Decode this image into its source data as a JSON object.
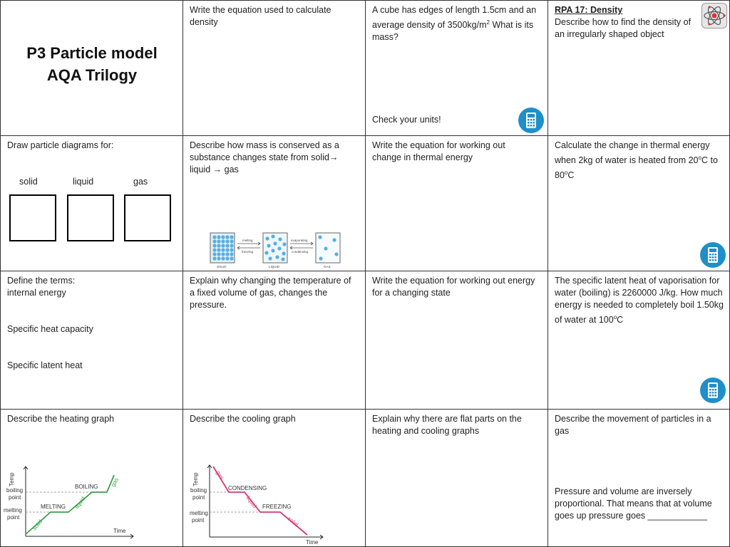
{
  "title": {
    "line1": "P3 Particle model",
    "line2": "AQA Trilogy"
  },
  "row1": {
    "c2": "Write the equation used to calculate density",
    "c3_a": "A cube has edges of length 1.5cm and an average density of 3500kg/m",
    "c3_sup": "2",
    "c3_b": " What is its mass?",
    "c3_check": "Check your units!",
    "c4_head": "RPA 17: Density",
    "c4_body": "Describe how to find the  density of an irregularly shaped object"
  },
  "row2": {
    "c1": "Draw particle diagrams for:",
    "c1_solid": "solid",
    "c1_liquid": "liquid",
    "c1_gas": "gas",
    "c2_a": "Describe how mass is conserved as a substance changes state from solid",
    "c2_b": "liquid",
    "c2_c": "gas",
    "arrow": "→",
    "c3": "Write the equation for working out change in thermal energy",
    "c4_a": "Calculate the change in thermal energy when 2kg of water is heated from 20",
    "c4_deg": "o",
    "c4_b": "C to 80",
    "c4_c": "C",
    "diagram": {
      "solid": "SOLID",
      "liquid": "LIQUID",
      "gas": "GAS",
      "melting": "melting",
      "freezing": "freezing",
      "evaporating": "evaporating",
      "condensing": "condensing"
    }
  },
  "row3": {
    "c1_a": "Define the terms:",
    "c1_b": "internal energy",
    "c1_c": "Specific heat capacity",
    "c1_d": "Specific latent heat",
    "c2": "Explain why changing the temperature of a fixed volume of gas, changes the pressure.",
    "c3": "Write the equation for working out energy for a changing state",
    "c4_a": "The specific latent heat of vaporisation for water (boiling) is  2260000 J/kg. How much energy is needed to completely boil 1.50kg of water at 100",
    "c4_deg": "o",
    "c4_b": "C"
  },
  "row4": {
    "c1": "Describe the heating graph",
    "c2": "Describe the cooling graph",
    "c3": "Explain why there are flat parts on the heating and cooling graphs",
    "c4_a": "Describe the movement of particles in a gas",
    "c4_b": "Pressure and volume are inversely proportional. That means that at volume goes up pressure goes ____________",
    "heat": {
      "temp": "Temp",
      "time": "Time",
      "boiling_point": [
        "boiling",
        "point"
      ],
      "melting_point": [
        "melting",
        "point"
      ],
      "boiling": "BOILING",
      "melting": "MELTING",
      "solid": "solid",
      "liquid": "liquid",
      "gas": "gas"
    },
    "cool": {
      "temp": "Temp",
      "time": "Time",
      "boiling_point": [
        "boiling",
        "point"
      ],
      "melting_point": [
        "melting",
        "point"
      ],
      "condensing": "CONDENSING",
      "freezing": "FREEZING",
      "gas": "gas",
      "liquid": "liquid",
      "solid": "solid"
    }
  },
  "colors": {
    "heating_line": "#3aa04a",
    "cooling_line": "#d23a6e",
    "calculator": "#1f8fc8"
  }
}
